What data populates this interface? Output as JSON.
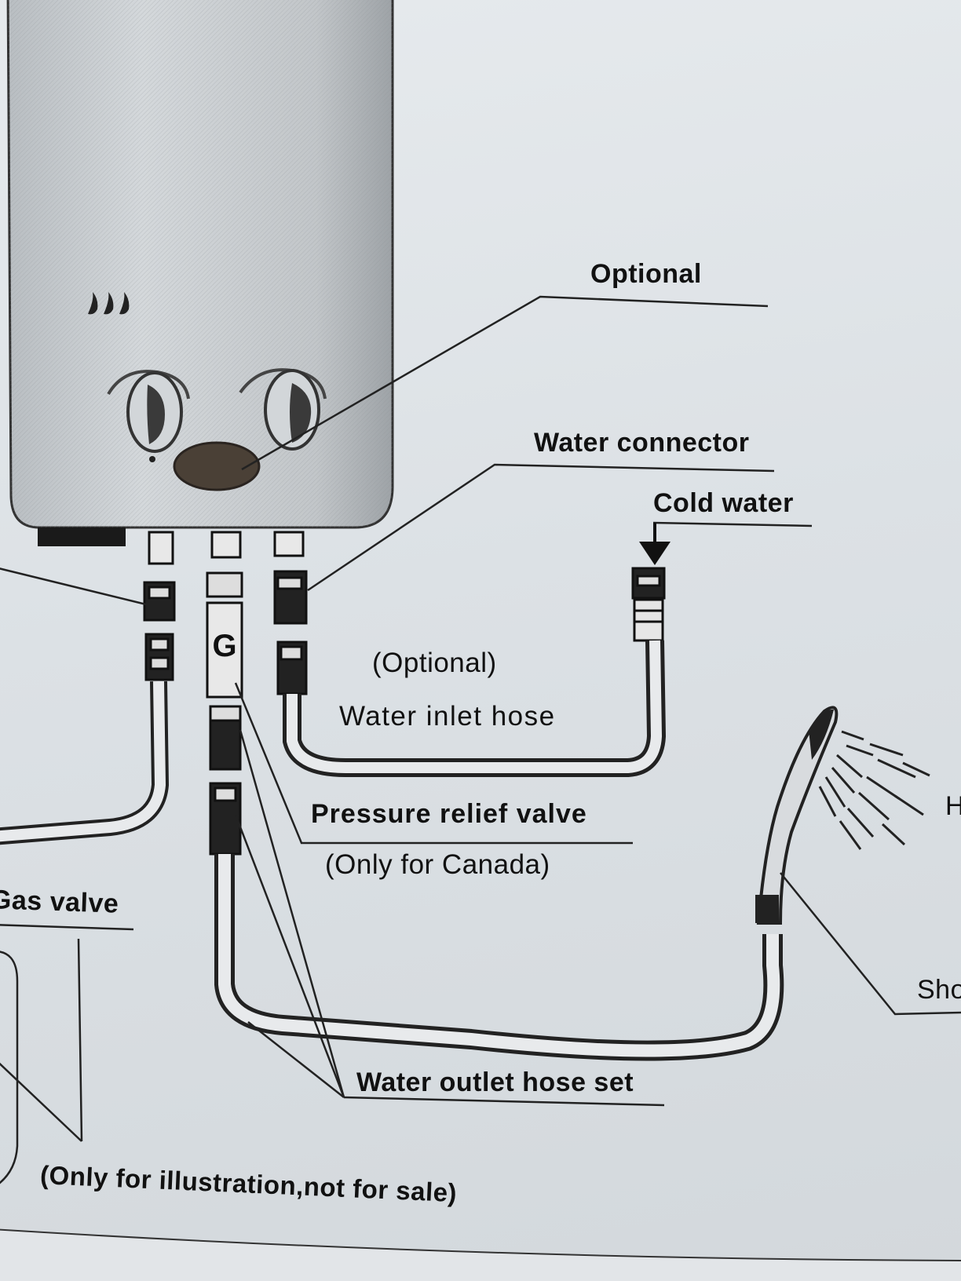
{
  "labels": {
    "optional": "Optional",
    "water_connector": "Water connector",
    "cold_water": "Cold water",
    "optional_paren": "(Optional)",
    "water_inlet_hose": "Water inlet hose",
    "pressure_relief_valve": "Pressure relief valve",
    "only_for_canada": "(Only for Canada)",
    "gas_valve": "Gas valve",
    "water_outlet_hose_set": "Water outlet hose set",
    "illustration_note": "(Only for illustration,not for sale)",
    "cut_off_h": "H",
    "cut_off_sho": "Sho"
  },
  "icons": [
    "water-heater-icon",
    "flame-indicator-icon",
    "knob-icon",
    "display-window-icon",
    "shower-head-icon",
    "water-spray-icon",
    "arrow-down-icon"
  ]
}
